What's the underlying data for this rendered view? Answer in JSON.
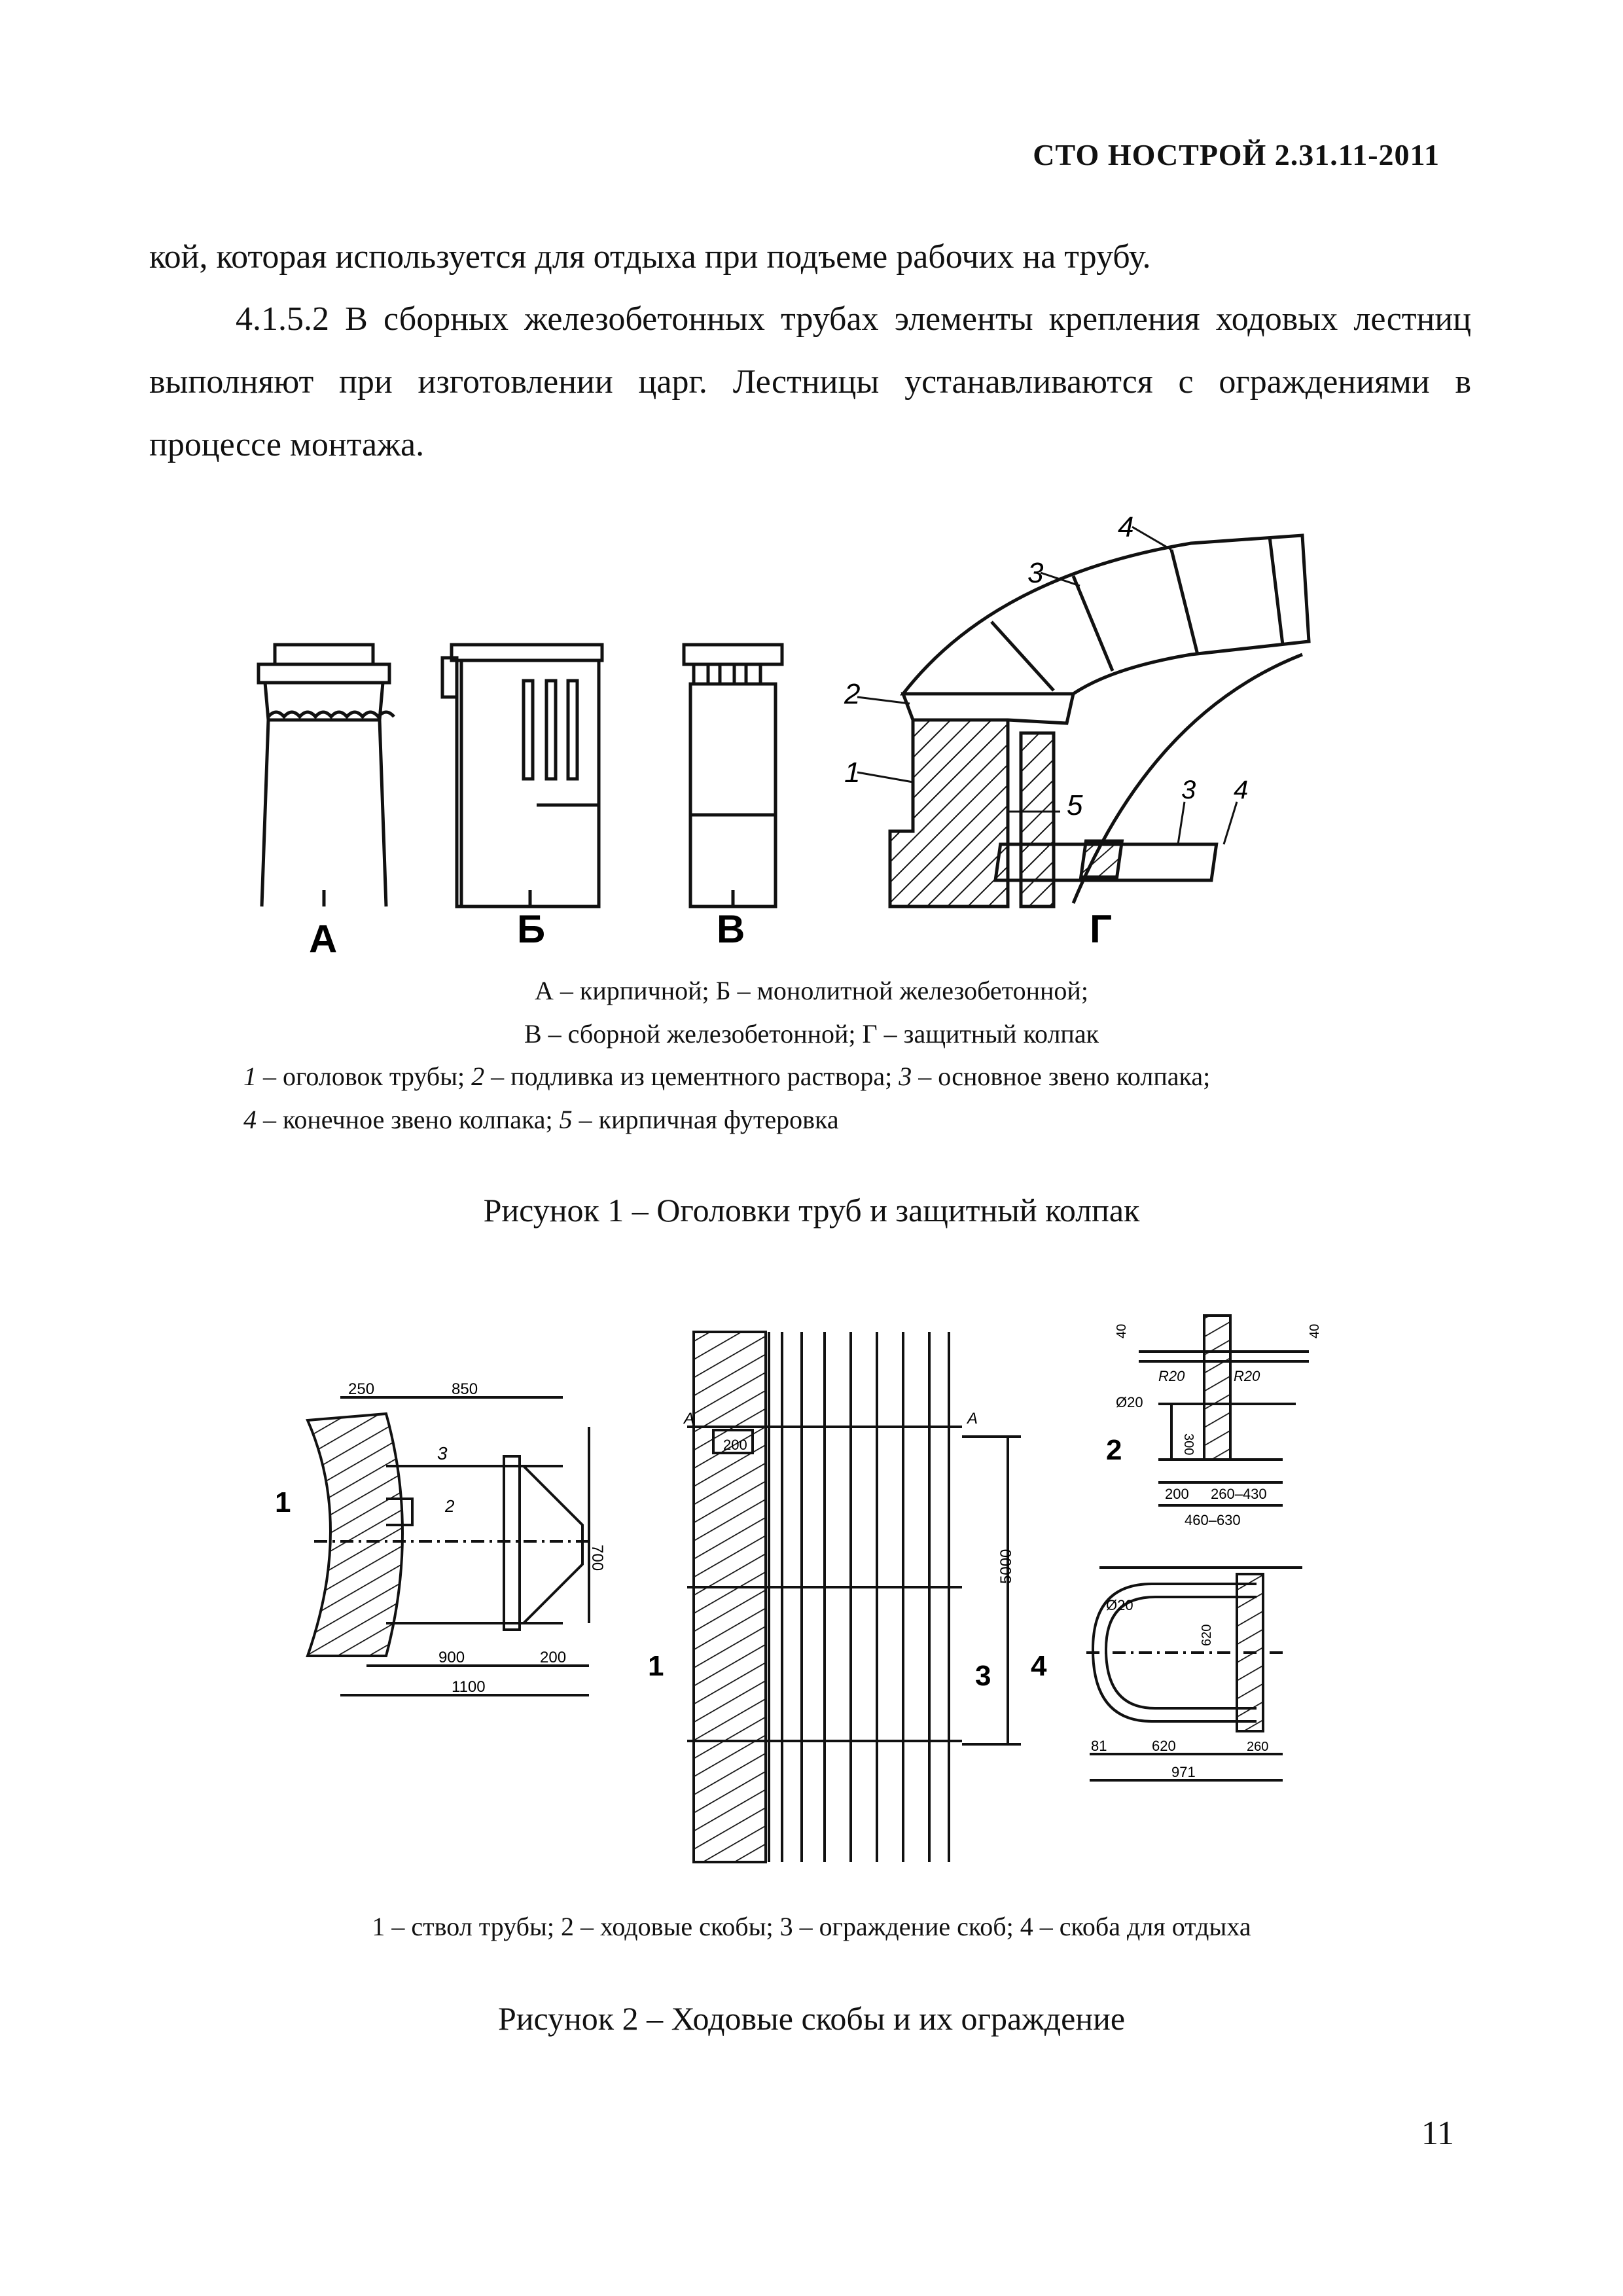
{
  "header": {
    "doc_id": "СТО НОСТРОЙ 2.31.11-2011"
  },
  "body": {
    "p1": "кой, которая используется для отдыха при подъеме рабочих на трубу.",
    "p2": "4.1.5.2 В сборных железобетонных трубах элементы крепления ходовых лестниц выполняют при изготовлении царг. Лестницы устанавливаются с ограждениями в процессе монтажа."
  },
  "figure1": {
    "labels": {
      "a": "А",
      "b": "Б",
      "v": "В",
      "g": "Г",
      "n1": "1",
      "n2": "2",
      "n3": "3",
      "n4": "4",
      "n5": "5"
    },
    "caption_line1": "А – кирпичной; Б – монолитной железобетонной;",
    "caption_line2": "В – сборной железобетонной; Г – защитный колпак",
    "legend": [
      {
        "num": "1",
        "text": " – оголовок трубы; "
      },
      {
        "num": "2",
        "text": " – подливка из цементного раствора; "
      },
      {
        "num": "3",
        "text": " – основное звено колпака;"
      },
      {
        "num": "4",
        "text": " – конечное звено колпака; "
      },
      {
        "num": "5",
        "text": " – кирпичная футеровка"
      }
    ],
    "title": "Рисунок 1 – Оголовки труб и защитный колпак"
  },
  "figure2": {
    "dims": {
      "d250": "250",
      "d850": "850",
      "d700": "700",
      "d900": "900",
      "d200a": "200",
      "d1100": "1100",
      "d200b": "200",
      "d5000": "5000",
      "dA": "А",
      "d40a": "40",
      "d40b": "40",
      "r20a": "R20",
      "r20b": "R20",
      "phi20a": "Ø20",
      "d300": "300",
      "d200c": "200",
      "d260_430": "260–430",
      "d460_630": "460–630",
      "phi20b": "Ø20",
      "d620a": "620",
      "d81": "81",
      "d620b": "620",
      "d260": "260",
      "d971": "971"
    },
    "labels": {
      "n1a": "1",
      "n2a": "2",
      "n3a": "3",
      "n1b": "1",
      "n3b": "3",
      "n2c": "2",
      "n4c": "4"
    },
    "caption": "1 – ствол трубы; 2 – ходовые скобы; 3 – ограждение скоб; 4 – скоба для отдыха",
    "title": "Рисунок 2 – Ходовые скобы и их ограждение"
  },
  "page_number": "11"
}
